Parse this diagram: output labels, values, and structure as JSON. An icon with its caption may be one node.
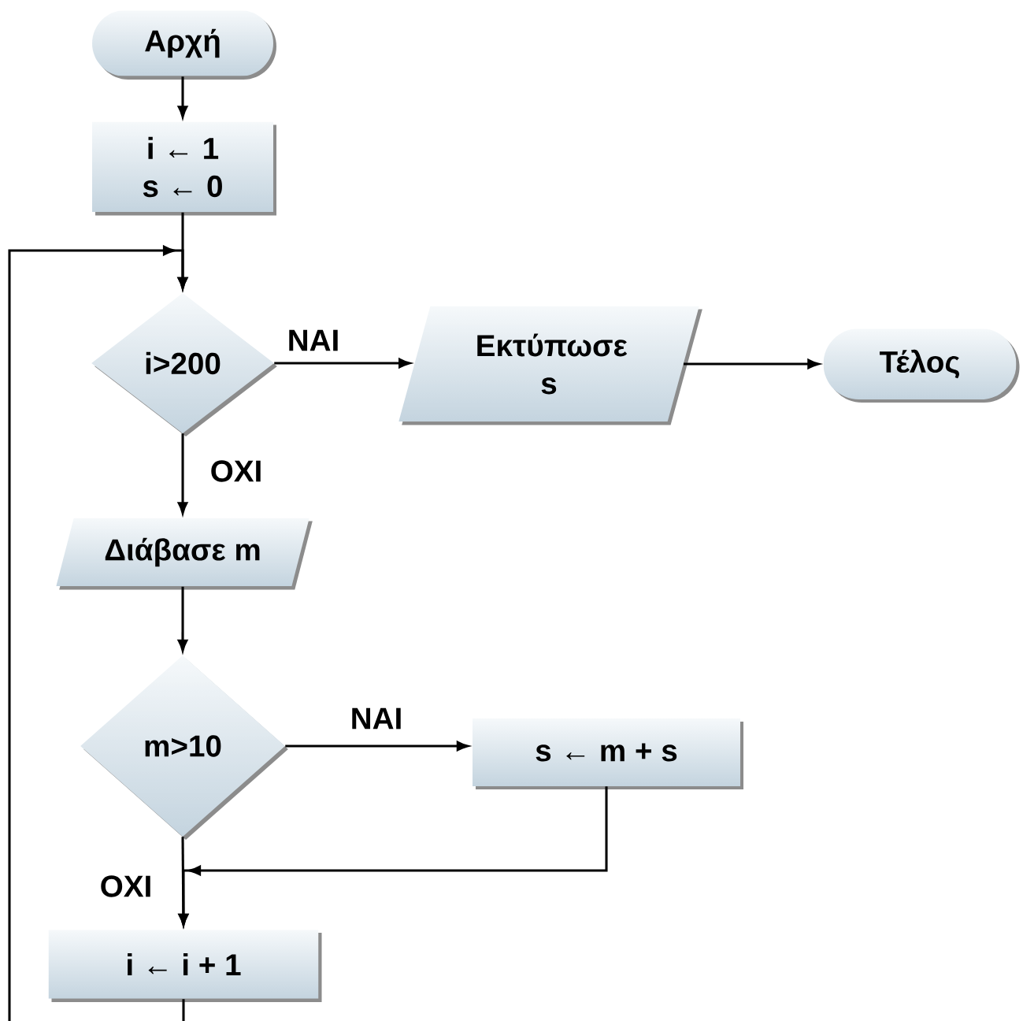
{
  "diagram": {
    "nodes": [
      {
        "text": [
          "Αρχή"
        ]
      },
      {
        "text": [
          "i ← 1",
          "s ← 0"
        ]
      },
      {
        "text": [
          "i>200"
        ]
      },
      {
        "text": [
          "Εκτύπωσε s"
        ]
      },
      {
        "text": [
          "Τέλος"
        ]
      },
      {
        "text": [
          "Διάβασε m"
        ]
      },
      {
        "text": [
          "m>10"
        ]
      },
      {
        "text": [
          "s ← m + s"
        ]
      },
      {
        "text": [
          "i ← i + 1"
        ]
      }
    ],
    "edges": [
      {
        "from": 0,
        "to": 1,
        "arrow": "to"
      },
      {
        "from": 1,
        "to": 2,
        "arrow": "to"
      },
      {
        "from": 2,
        "to": 3,
        "arrow": "to",
        "label": "ΝΑΙ"
      },
      {
        "from": 3,
        "to": 4,
        "arrow": "to"
      },
      {
        "from": 2,
        "to": 5,
        "arrow": "to",
        "label": "ΟΧΙ"
      },
      {
        "from": 5,
        "to": 6,
        "arrow": "to"
      },
      {
        "from": 6,
        "to": 7,
        "arrow": "to",
        "label": "ΝΑΙ"
      },
      {
        "from": 7,
        "to": 8,
        "arrow": "to"
      },
      {
        "from": 6,
        "to": 8,
        "arrow": "to",
        "label": "ΟΧΙ"
      },
      {
        "from": 8,
        "to": 2,
        "arrow": "to"
      }
    ]
  }
}
